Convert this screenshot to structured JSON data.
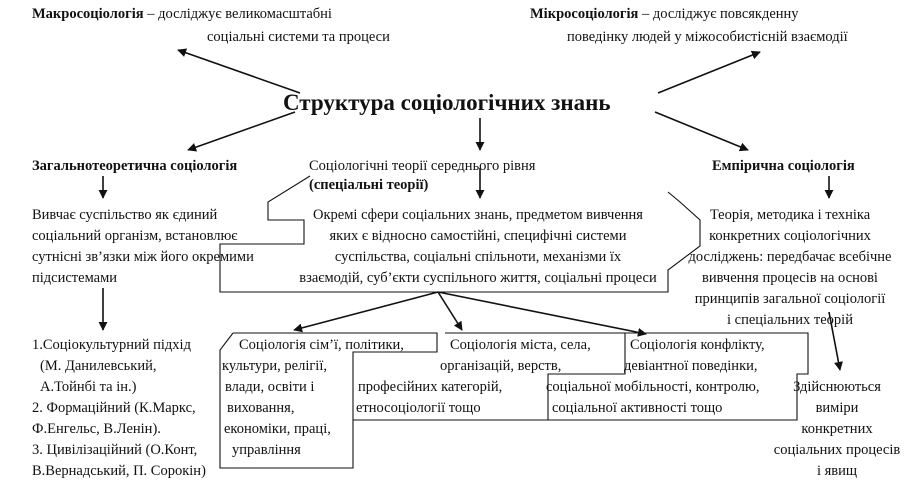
{
  "macro": {
    "term": "Макросоціологія",
    "desc1": " – досліджує великомасштабні",
    "desc2": "соціальні системи та процеси"
  },
  "micro": {
    "term": "Мікросоціологія",
    "desc1": " – досліджує повсякденну",
    "desc2": "поведінку людей у міжособистісній взаємодії"
  },
  "title": "Структура соціологічних знань",
  "general": {
    "heading": "Загальнотеоретична соціологія",
    "lines": [
      "Вивчає суспільство як єдиний",
      "соціальний організм, встановлює",
      "сутнісні зв’язки між його окремими",
      "підсистемами"
    ]
  },
  "middle": {
    "heading1": "Соціологічні теорії середнього рівня",
    "heading2": "(спеціальні теорії)",
    "lines": [
      "Окремі сфери соціальних знань, предметом вивчення",
      "яких є відносно самостійні, специфічні системи",
      "суспільства, соціальні спільноти, механізми їх",
      "взаємодій, суб’єкти суспільного життя, соціальні процеси"
    ]
  },
  "empirical": {
    "heading": "Емпірична соціологія",
    "lines": [
      "Теорія, методика і техніка",
      "конкретних соціологічних",
      "досліджень: передбачає всебічне",
      "вивчення процесів на основі",
      "принципів загальної соціології",
      "і спеціальних теорій"
    ]
  },
  "approaches": [
    "1.Соціокультурний підхід",
    "(М. Данилевський,",
    "А.Тойнбі та ін.)",
    "2. Формаційний (К.Маркс,",
    "Ф.Енгельс, В.Ленін).",
    "3. Цивілізаційний (О.Конт,",
    "В.Вернадський, П. Сорокін)"
  ],
  "branch1": [
    "Соціологія сім’ї, політики,",
    "культури, релігії,",
    "влади, освіти і",
    "виховання,",
    "економіки, праці,",
    "управління"
  ],
  "branch2": [
    "Соціологія міста, села,",
    "організацій, верств,",
    "професійних категорій,",
    "етносоціології тощо"
  ],
  "branch3": [
    "Соціологія конфлікту,",
    "девіантної поведінки,",
    "соціальної мобільності, контролю,",
    "соціальної активності тощо"
  ],
  "measure": [
    "Здійснюються",
    "виміри",
    "конкретних",
    "соціальних процесів",
    "і явищ"
  ]
}
